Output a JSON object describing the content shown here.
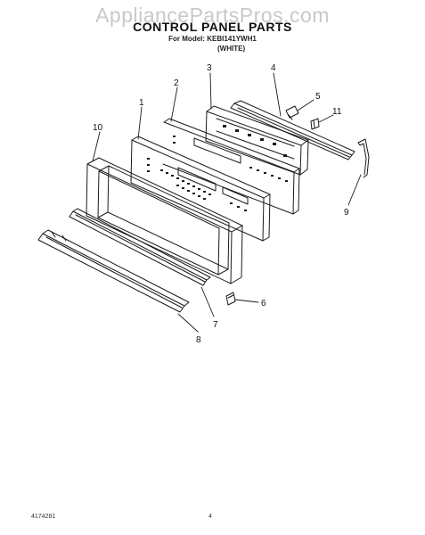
{
  "watermark": "AppliancePartsPros.com",
  "title": "CONTROL PANEL PARTS",
  "model_line": "For Model: KEBI141YWH1",
  "color_note": "(WHITE)",
  "footer": {
    "document_number": "4174281",
    "page_number": "4"
  },
  "callouts": {
    "c1": "1",
    "c2": "2",
    "c3": "3",
    "c4": "4",
    "c5": "5",
    "c6": "6",
    "c7": "7",
    "c8": "8",
    "c9": "9",
    "c10": "10",
    "c11": "11"
  }
}
